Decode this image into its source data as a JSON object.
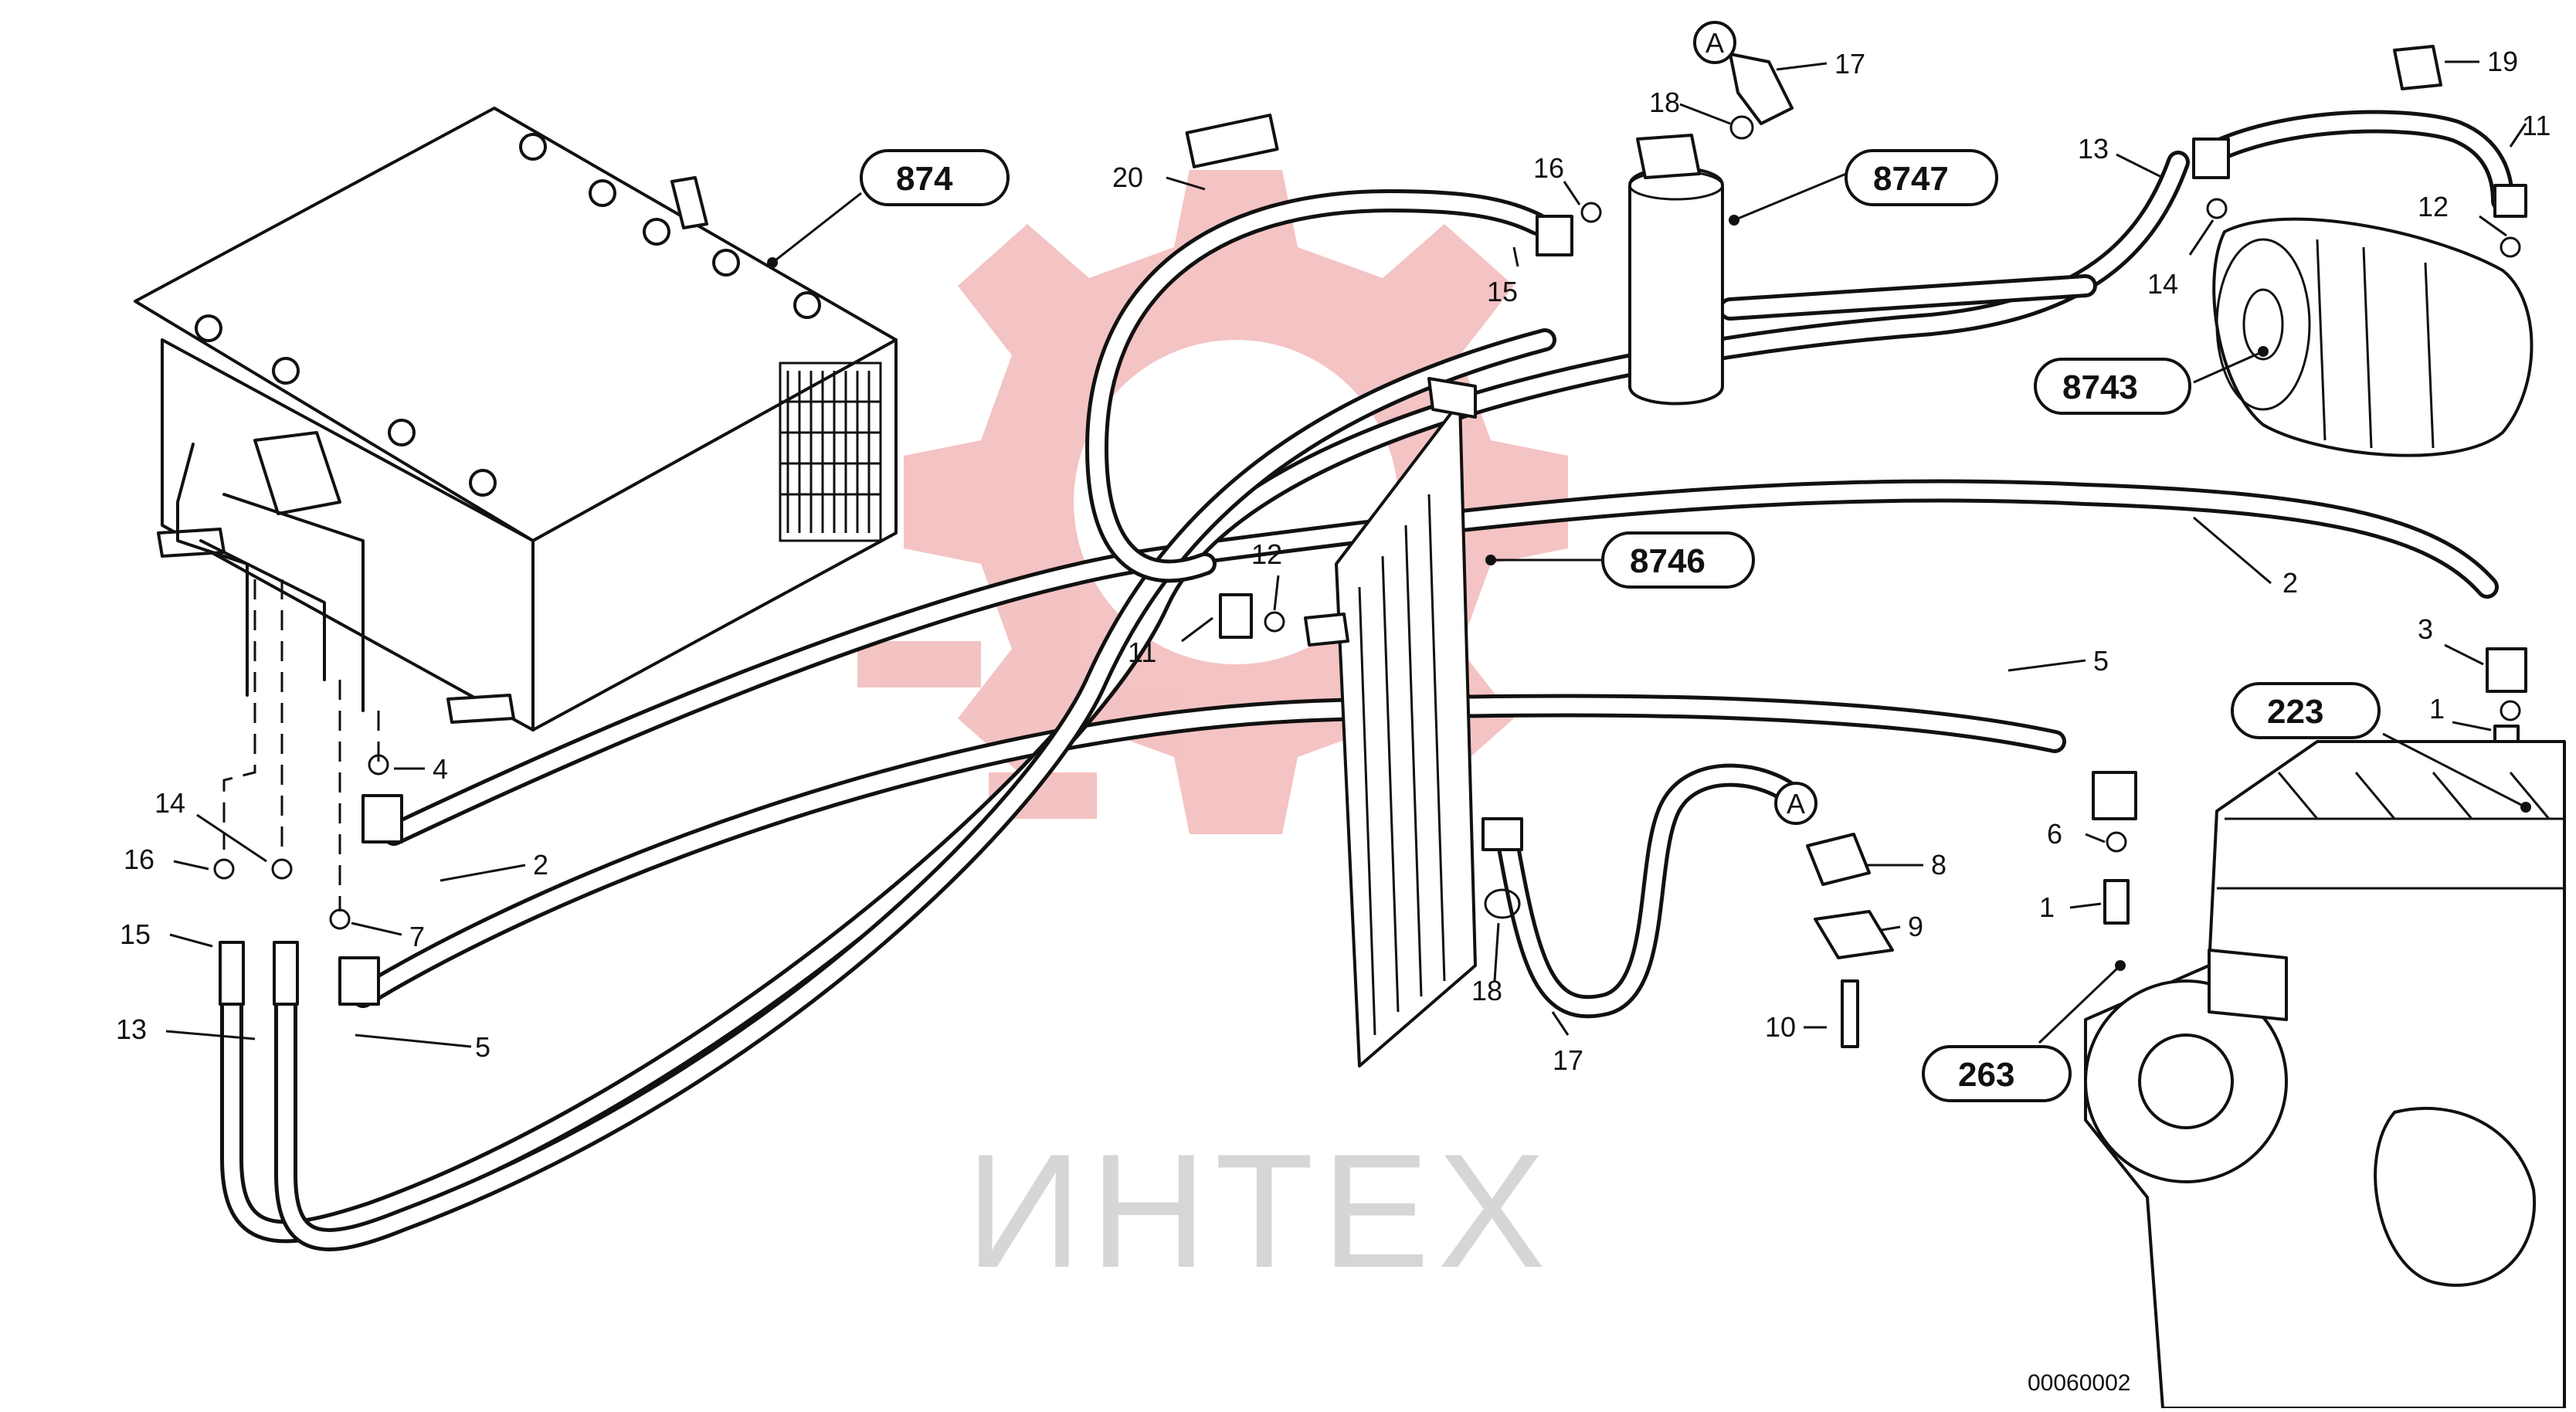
{
  "diagram": {
    "drawing_number": "00060002",
    "watermark_text": "ИНТЕХ",
    "connector_marker": "A",
    "reference_groups": [
      "874",
      "8747",
      "8746",
      "8743",
      "223",
      "263"
    ],
    "callouts": [
      "20",
      "16",
      "15",
      "18",
      "17",
      "19",
      "13",
      "11",
      "12",
      "14",
      "4",
      "2",
      "7",
      "5",
      "16",
      "15",
      "14",
      "13",
      "3",
      "1",
      "6",
      "1",
      "8",
      "9",
      "10",
      "18",
      "17",
      "12",
      "11",
      "2",
      "5"
    ]
  },
  "colors": {
    "watermark_red": "#f2b8b8",
    "line": "#111111",
    "watermark_grey": "#d0d0d0"
  }
}
